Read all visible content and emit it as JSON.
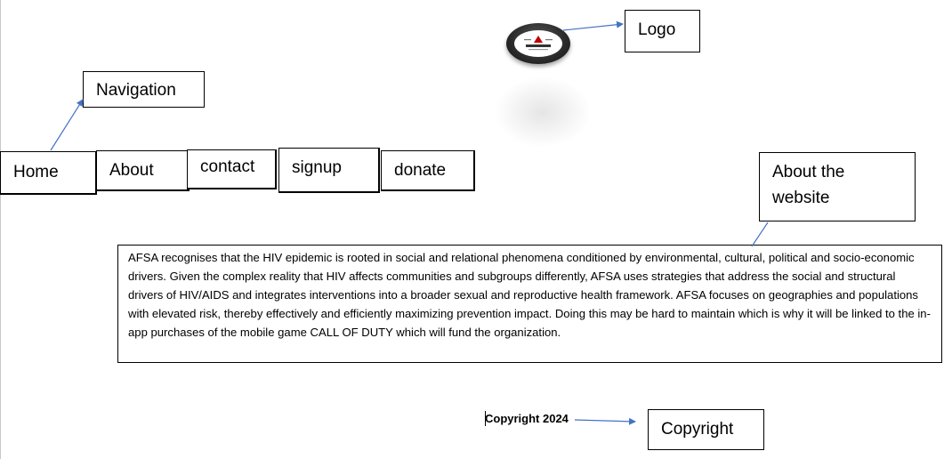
{
  "labels": {
    "logo": "Logo",
    "navigation": "Navigation",
    "about_the_website": "About the website",
    "copyright": "Copyright"
  },
  "nav": {
    "items": [
      "Home",
      "About",
      "contact",
      "signup",
      "donate"
    ]
  },
  "about": {
    "text": "AFSA recognises that the HIV epidemic is rooted in social and relational phenomena conditioned by environmental, cultural, political and socio-economic drivers. Given the complex reality that HIV affects communities and subgroups differently, AFSA uses strategies that address the social and structural drivers of HIV/AIDS and integrates interventions into a broader sexual and reproductive health framework. AFSA focuses on geographies and populations with elevated risk, thereby effectively and efficiently maximizing prevention impact. Doing this may be hard to maintain which is why it will be linked to the in-app purchases of the mobile game CALL OF DUTY which will fund the organization."
  },
  "footer": {
    "copyright_text": "Copyright 2024"
  },
  "colors": {
    "arrow": "#4472c4",
    "logo_ring": "#2e2e2e",
    "logo_accent": "#c00000"
  },
  "icons": {
    "logo": "organization-logo",
    "arrowheads": "arrow-head"
  }
}
